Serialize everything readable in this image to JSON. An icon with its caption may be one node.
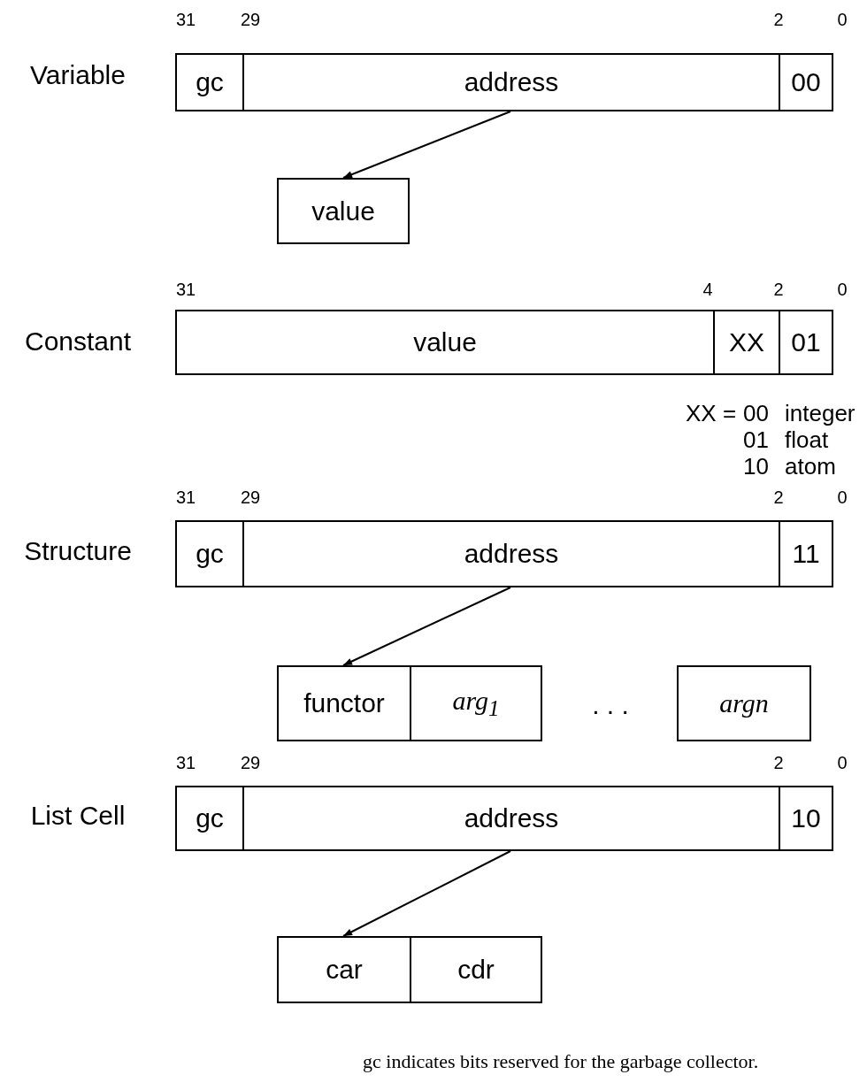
{
  "diagram": {
    "nodes": [
      {
        "text": [
          "gc"
        ]
      },
      {
        "text": [
          "address"
        ]
      },
      {
        "text": [
          "00"
        ]
      },
      {
        "text": [
          "value"
        ]
      },
      {
        "text": [
          "value"
        ]
      },
      {
        "text": [
          "XX"
        ]
      },
      {
        "text": [
          "01"
        ]
      },
      {
        "text": [
          "gc"
        ]
      },
      {
        "text": [
          "address"
        ]
      },
      {
        "text": [
          "11"
        ]
      },
      {
        "text": [
          "functor"
        ]
      },
      {
        "text": [
          "*arg*$_{1}$"
        ]
      },
      {
        "text": [
          "argn"
        ]
      },
      {
        "text": [
          "gc"
        ]
      },
      {
        "text": [
          "address"
        ]
      },
      {
        "text": [
          "10"
        ]
      },
      {
        "text": [
          "car"
        ]
      },
      {
        "text": [
          "cdr"
        ]
      }
    ],
    "edges": [
      {
        "from": 1,
        "to": 3,
        "arrow": "to"
      },
      {
        "from": 8,
        "to": 10,
        "arrow": "to"
      },
      {
        "from": 14,
        "to": 16,
        "arrow": "to"
      }
    ],
    "labels": [
      "31",
      "29",
      "2",
      "0",
      "Variable",
      "31",
      "4",
      "2",
      "0",
      "Constant",
      "XX =",
      "00",
      "integer",
      "01",
      "float",
      "10",
      "atom",
      "31",
      "29",
      "2",
      "0",
      "Structure",
      ". . .",
      "31",
      "29",
      "2",
      "0",
      "List Cell",
      "gc indicates bits reserved for the garbage collector."
    ]
  }
}
